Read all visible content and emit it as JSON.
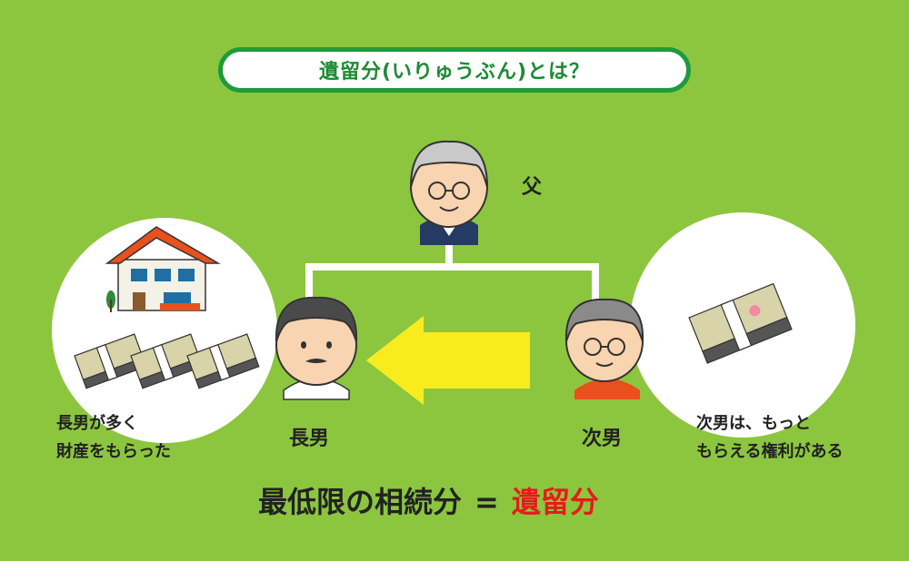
{
  "title": "遺留分(いりゅうぶん)とは？",
  "father_label": "父",
  "eldest_label": "長男",
  "second_label": "次男",
  "left_desc": "長男が多く\n財産をもらった",
  "right_desc": "次男は、もっと\nもらえる権利がある",
  "formula": {
    "left": "最低限の相続分",
    "eq": "=",
    "right": "遺留分"
  },
  "colors": {
    "background": "#8cc63f",
    "title_border": "#1e9b3c",
    "title_text": "#1e8a35",
    "arrow": "#f9ec1e",
    "highlight": "#e41c1c"
  },
  "icons": [
    "house-icon",
    "money-bundle-icon",
    "father-icon",
    "eldest-son-icon",
    "second-son-icon",
    "arrow-left-icon"
  ]
}
